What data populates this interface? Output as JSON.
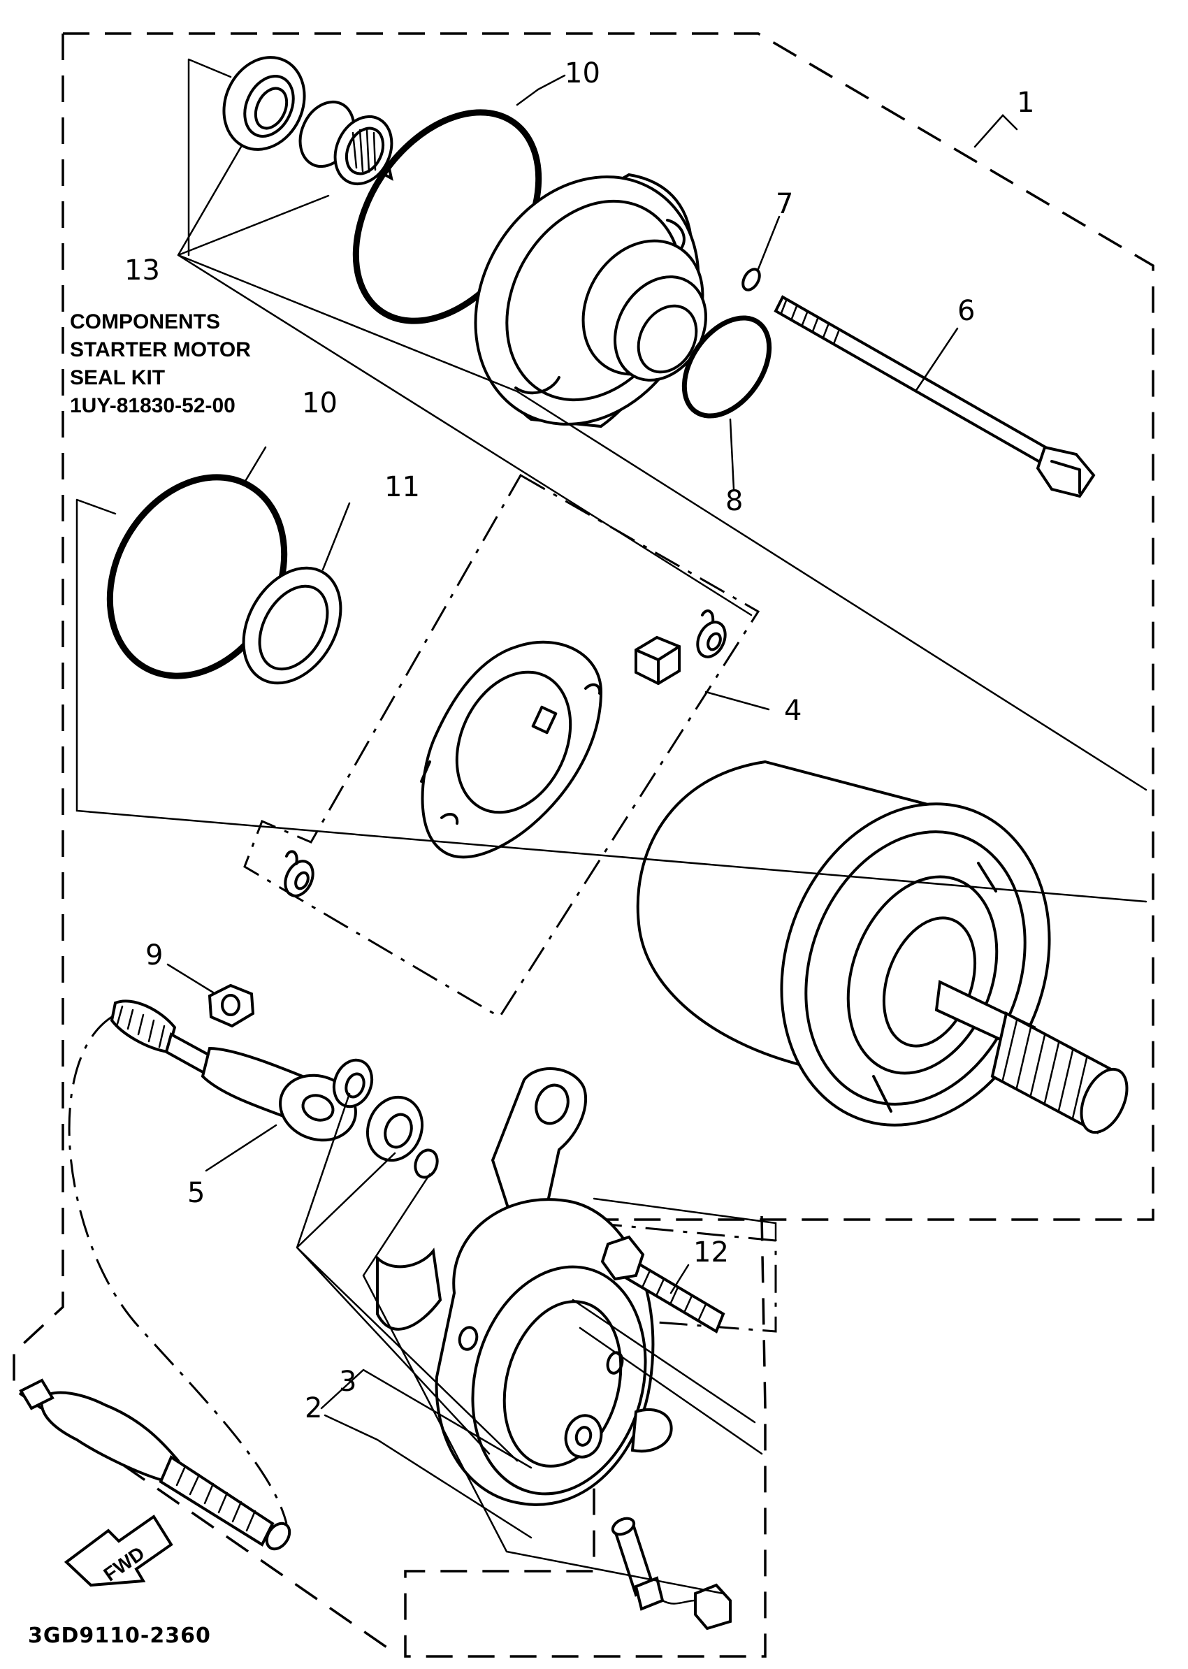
{
  "diagram": {
    "callouts": {
      "c1": "1",
      "c2": "2",
      "c3": "3",
      "c4": "4",
      "c5": "5",
      "c6": "6",
      "c7": "7",
      "c8": "8",
      "c9": "9",
      "c10a": "10",
      "c10b": "10",
      "c11": "11",
      "c12": "12",
      "c13": "13"
    },
    "kit_note": [
      "COMPONENTS",
      "STARTER MOTOR",
      "SEAL KIT",
      "1UY-81830-52-00"
    ],
    "fwd_label": "FWD",
    "drawing_code": "3GD9110-2360"
  }
}
